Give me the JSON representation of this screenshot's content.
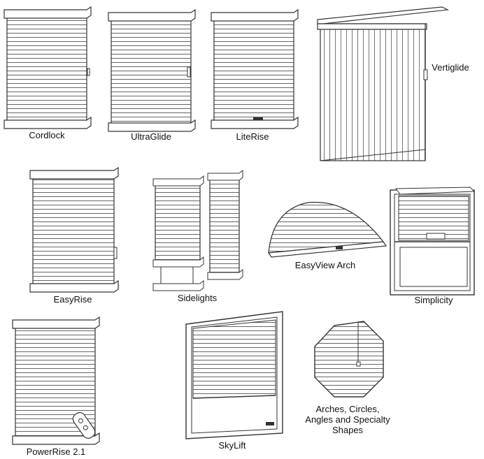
{
  "colors": {
    "stroke": "#333333",
    "fill": "#ffffff",
    "shade": "#e6e6e6",
    "text": "#111111"
  },
  "products": [
    {
      "name": "Cordlock",
      "icon": "cordlock-shade-icon"
    },
    {
      "name": "UltraGlide",
      "icon": "ultraglide-shade-icon"
    },
    {
      "name": "LiteRise",
      "icon": "literise-shade-icon"
    },
    {
      "name": "Vertiglide",
      "icon": "vertiglide-shade-icon"
    },
    {
      "name": "EasyRise",
      "icon": "easyrise-shade-icon"
    },
    {
      "name": "Sidelights",
      "icon": "sidelights-shade-icon"
    },
    {
      "name": "EasyView Arch",
      "icon": "easyview-arch-shade-icon"
    },
    {
      "name": "Simplicity",
      "icon": "simplicity-shade-icon"
    },
    {
      "name": "PowerRise 2.1",
      "icon": "powerrise-shade-icon"
    },
    {
      "name": "SkyLift",
      "icon": "skylift-shade-icon"
    },
    {
      "name": "Arches, Circles, Angles and Specialty Shapes",
      "icon": "specialty-shapes-icon"
    }
  ]
}
